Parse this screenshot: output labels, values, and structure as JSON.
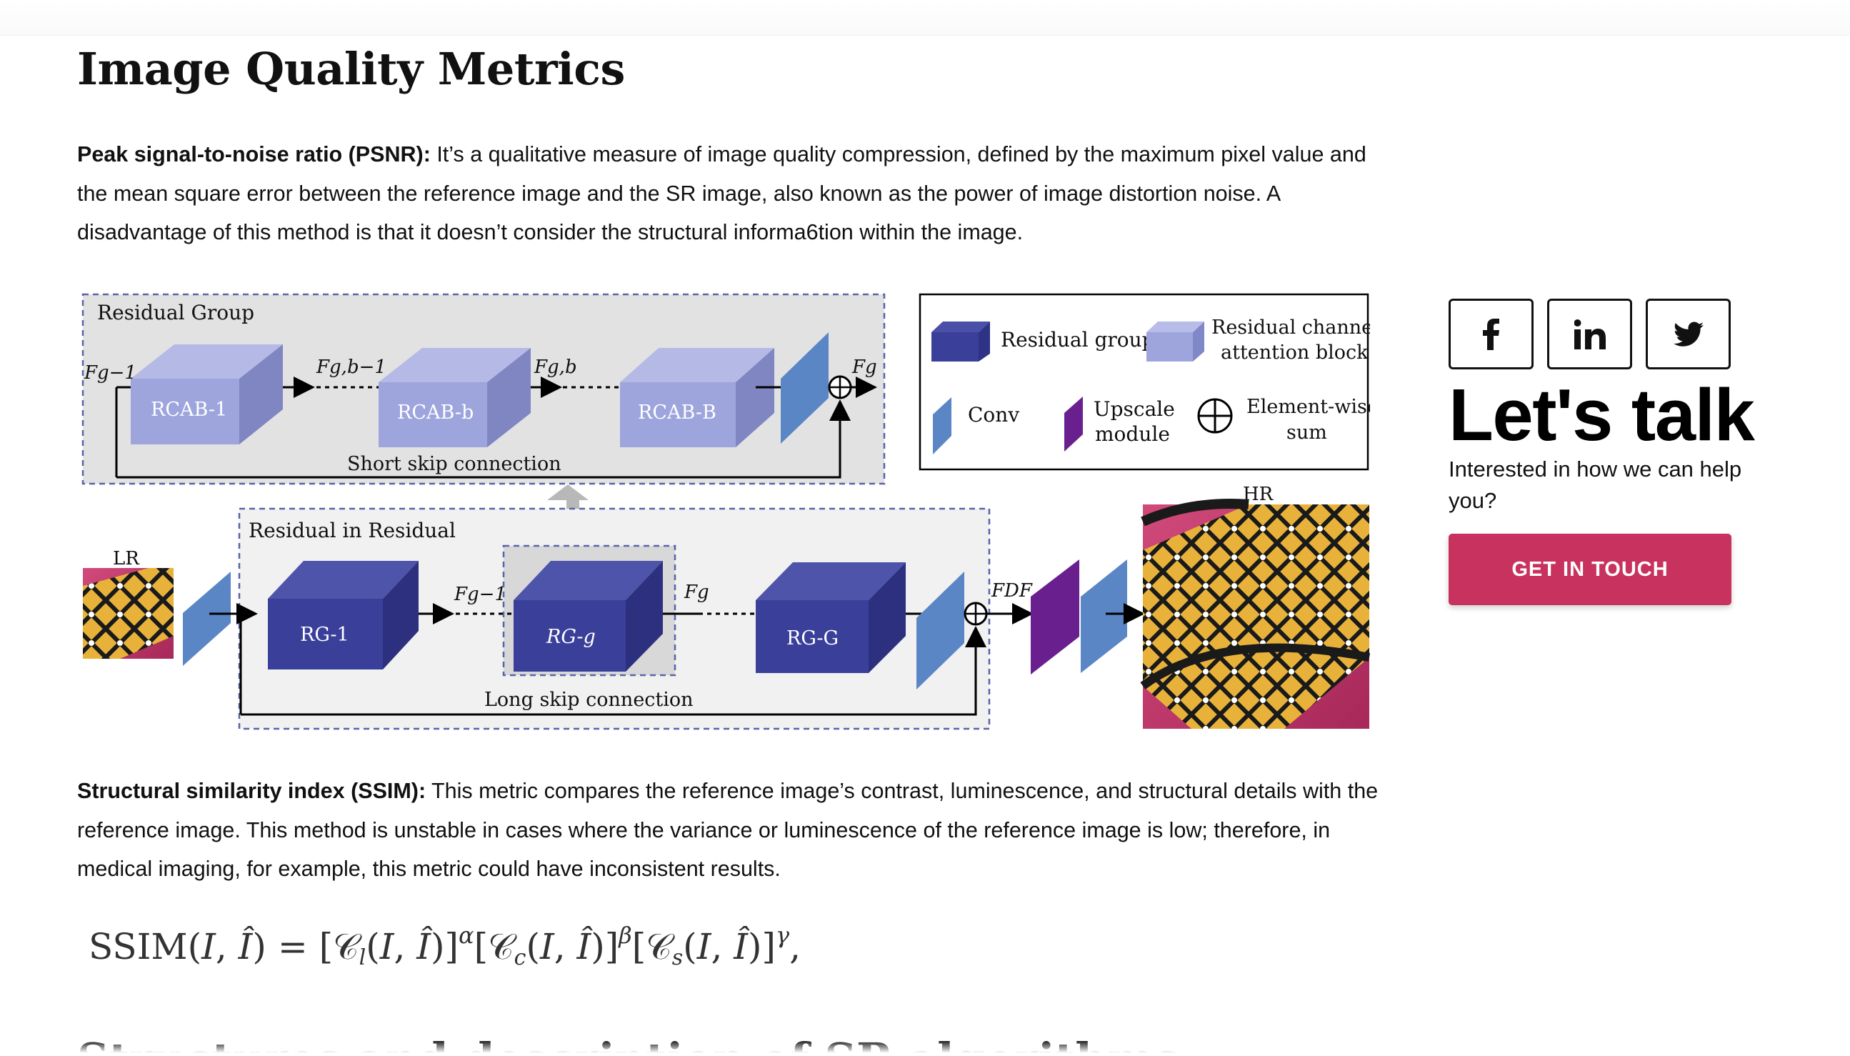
{
  "article": {
    "heading": "Image Quality Metrics",
    "psnr": {
      "term": "Peak signal-to-noise ratio (PSNR):",
      "text": " It’s a qualitative measure of image quality compression, defined by the maximum pixel value and the mean square error between the reference image and the SR image, also known as the power of image distortion noise. A disadvantage of this method is that it doesn’t consider the structural informa6tion within the image."
    },
    "ssim": {
      "term": "Structural similarity index (SSIM):",
      "text": " This metric compares the reference image’s contrast, luminescence, and structural details with the reference image. This method is unstable in cases where the variance or luminescence of the reference image is low; therefore, in medical imaging, for example, this metric could have inconsistent results."
    },
    "formula": "SSIM(I, Î) = [Cl(I, Î)]^α[Cc(I, Î)]^β[Cs(I, Î)]^γ,",
    "next_heading": "Structures and description of SR algorithms"
  },
  "figure": {
    "residual_group_label": "Residual Group",
    "rcab_1": "RCAB-1",
    "rcab_b": "RCAB-b",
    "rcab_B": "RCAB-B",
    "f_g_minus_1_top": "Fg−1",
    "f_g_b_minus_1": "Fg,b−1",
    "f_g_b": "Fg,b",
    "f_g_top": "Fg",
    "short_skip": "Short skip connection",
    "rir_label": "Residual in Residual",
    "rg_1": "RG-1",
    "rg_g": "RG-g",
    "rg_G": "RG-G",
    "f_g_minus_1": "Fg−1",
    "f_g": "Fg",
    "f_df": "FDF",
    "long_skip": "Long skip connection",
    "lr": "LR",
    "hr": "HR",
    "legend": {
      "residual_group": "Residual group",
      "rcab_line1": "Residual channel",
      "rcab_line2": "attention block",
      "conv": "Conv",
      "upscale_line1": "Upscale",
      "upscale_line2": "module",
      "elementwise_line1": "Element-wise",
      "elementwise_line2": "sum"
    }
  },
  "sidebar": {
    "socials": [
      {
        "icon": "facebook-icon"
      },
      {
        "icon": "linkedin-icon"
      },
      {
        "icon": "twitter-icon"
      }
    ],
    "title": "Let's talk",
    "subtitle": "Interested in how we can help you?",
    "cta": "GET IN TOUCH"
  },
  "colors": {
    "cta": "#c8325f",
    "rcab": "#9fa6dc",
    "rg": "#3a3f9a",
    "conv": "#5b86c6",
    "upscale": "#6a1f8f"
  }
}
